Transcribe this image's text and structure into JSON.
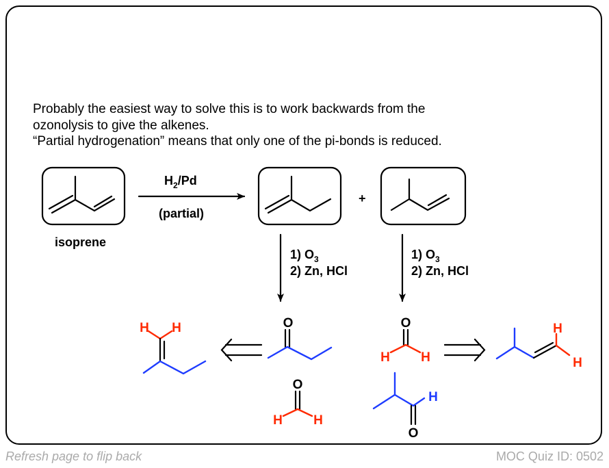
{
  "intro": {
    "line1": "Probably the easiest way to solve this is to work backwards from the",
    "line2": "ozonolysis to give the alkenes.",
    "line3": "“Partial hydrogenation” means that only one of the pi-bonds is reduced."
  },
  "scheme": {
    "reagent_top": "H",
    "reagent_sub": "2",
    "reagent_rest": "/Pd",
    "reagent_bottom": "(partial)",
    "start_label": "isoprene",
    "plus": "+",
    "ozonolysis_step1": "1) O",
    "ozonolysis_step1_sub": "3",
    "ozonolysis_step2": "2) Zn, HCl"
  },
  "atoms": {
    "H": "H",
    "O": "O"
  },
  "colors": {
    "blue": "#1e3cff",
    "red": "#ff2a00"
  },
  "footer": {
    "left": "Refresh page to flip back",
    "right": "MOC Quiz ID: 0502"
  }
}
